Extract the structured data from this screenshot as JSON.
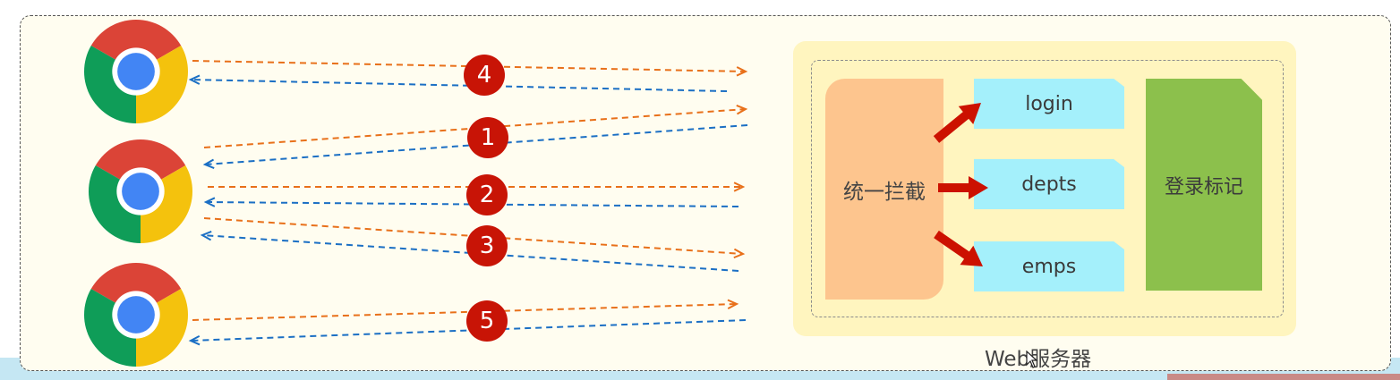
{
  "colors": {
    "request": "#e8701a",
    "response": "#1b6fc4",
    "interceptor": "#fdc58e",
    "endpoint": "#a4f0fb",
    "login_flag": "#8cc04c",
    "badge": "#c81406",
    "server_bg": "#fff5bf",
    "canvas_bg": "#fffdf0",
    "bottom_band": "#c5e7f3",
    "pointer_arrow": "#cc1100"
  },
  "browsers": [
    {
      "icon": "chrome-icon"
    },
    {
      "icon": "chrome-icon"
    },
    {
      "icon": "chrome-icon"
    }
  ],
  "badges": [
    "4",
    "1",
    "2",
    "3",
    "5"
  ],
  "server": {
    "label": "Web服务器",
    "interceptor": "统一拦截",
    "endpoints": [
      "login",
      "depts",
      "emps"
    ],
    "login_flag": "登录标记"
  },
  "cursor": {
    "icon": "mouse-pointer-icon"
  }
}
